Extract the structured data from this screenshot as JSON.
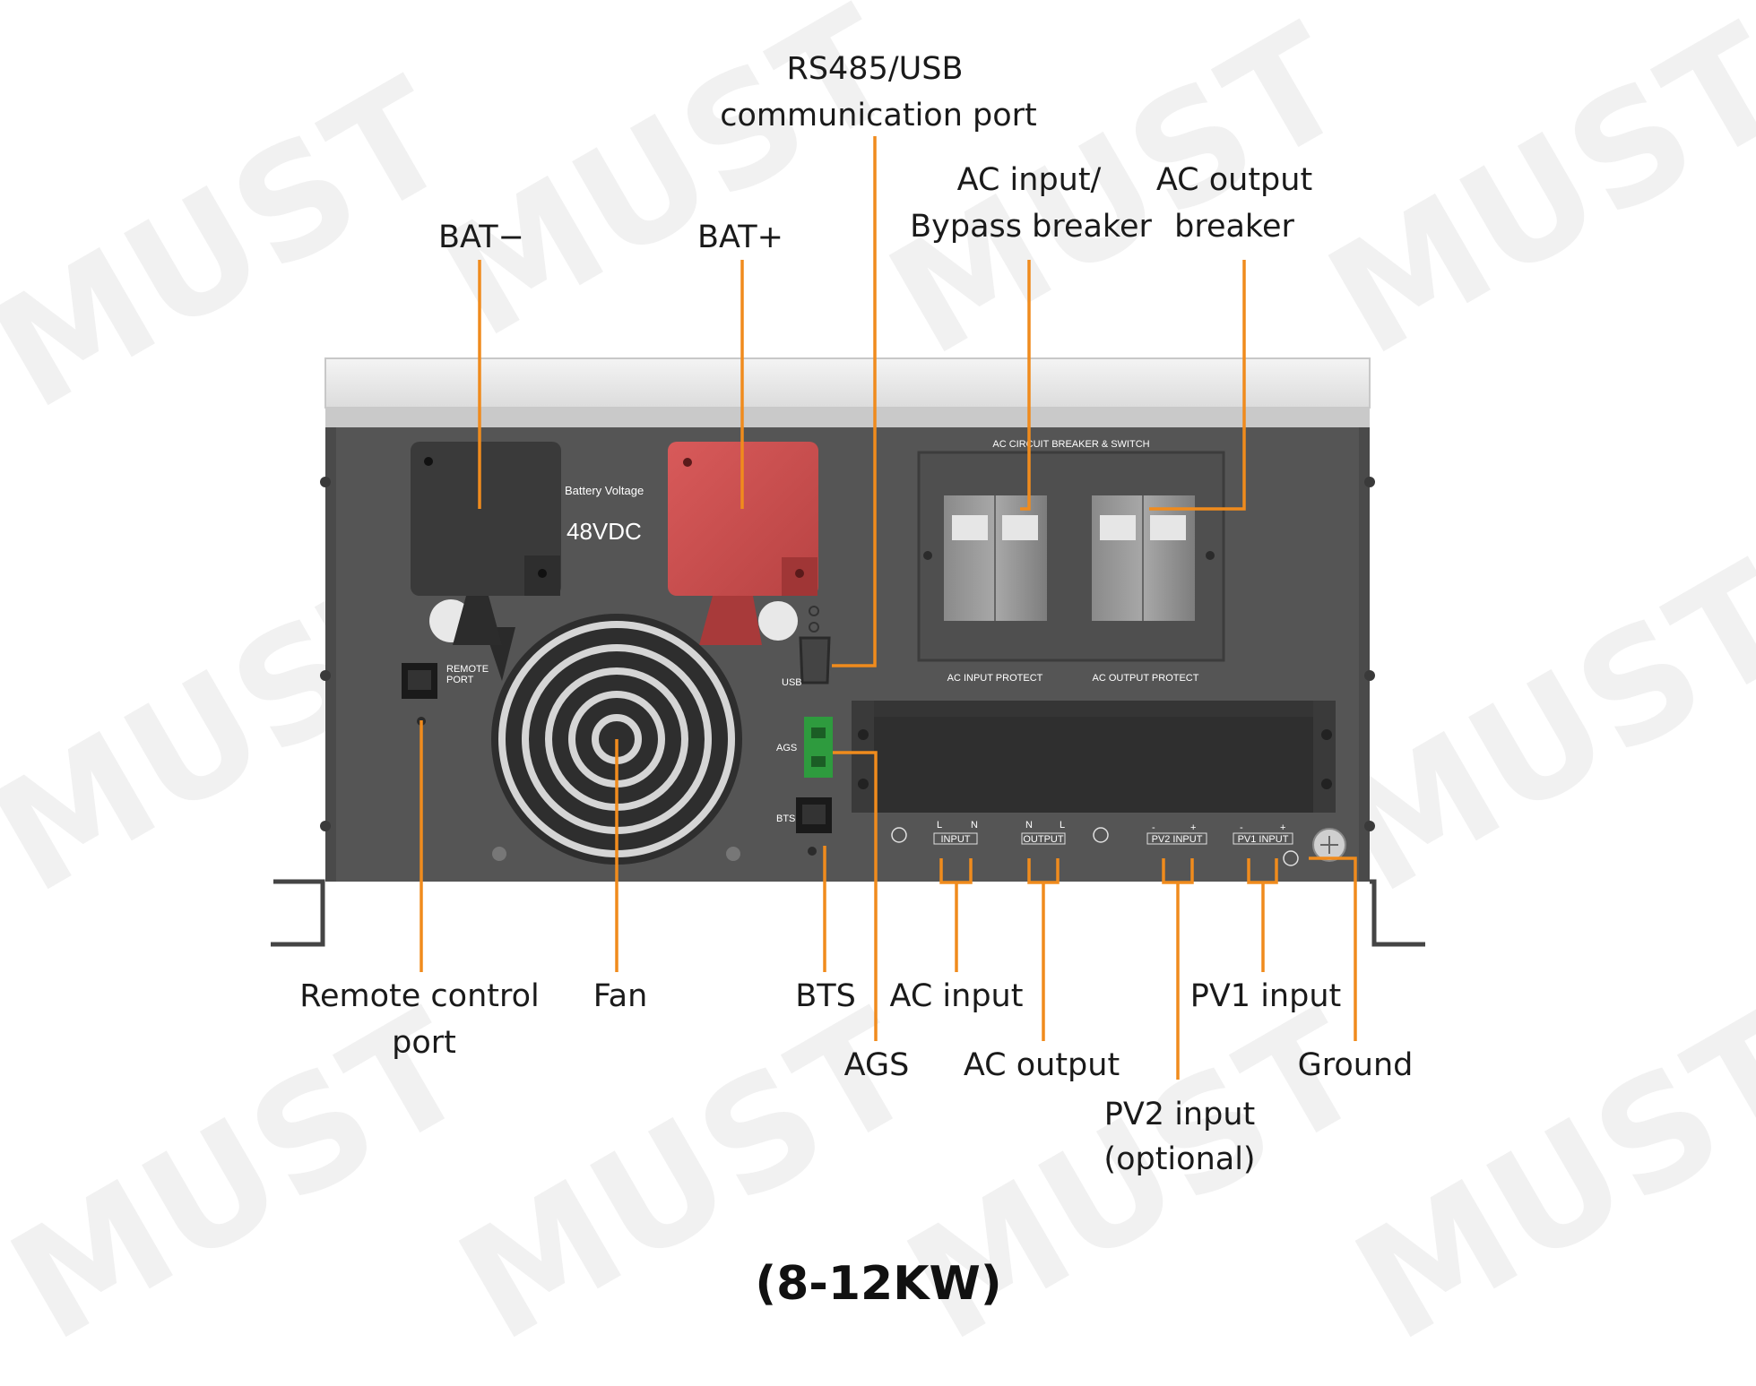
{
  "watermark": "MUST",
  "caption": "(8-12KW)",
  "panel": {
    "battery_voltage_label": "Battery Voltage",
    "battery_voltage_value": "48VDC",
    "breaker_title": "AC CIRCUIT BREAKER & SWITCH",
    "ac_input_protect": "AC INPUT PROTECT",
    "ac_output_protect": "AC OUTPUT PROTECT",
    "remote_port": [
      "REMOTE",
      "PORT"
    ],
    "usb": "USB",
    "ags": "AGS",
    "bts": "BTS",
    "terminals": {
      "input": "INPUT",
      "output": "OUTPUT",
      "pv2": "PV2  INPUT",
      "pv1": "PV1  INPUT",
      "l": "L",
      "n": "N",
      "minus": "-",
      "plus": "+"
    }
  },
  "callouts": {
    "rs485_line1": "RS485/USB",
    "rs485_line2": "communication port",
    "bat_minus": "BAT−",
    "bat_plus": "BAT+",
    "ac_input_breaker_line1": "AC input/",
    "ac_input_breaker_line2": "Bypass breaker",
    "ac_output_breaker_line1": "AC output",
    "ac_output_breaker_line2": "breaker",
    "remote_line1": "Remote control",
    "remote_line2": "port",
    "fan": "Fan",
    "bts": "BTS",
    "ac_input": "AC input",
    "pv1_input": "PV1 input",
    "ags": "AGS",
    "ac_output": "AC output",
    "ground": "Ground",
    "pv2_line1": "PV2 input",
    "pv2_line2": "(optional)"
  },
  "colors": {
    "leader": "#f08b1d",
    "panel": "#555555",
    "bat_plus_cover": "#c94c4c",
    "bat_minus_cover": "#3a3a3a",
    "ags_connector": "#2e9b3e"
  }
}
